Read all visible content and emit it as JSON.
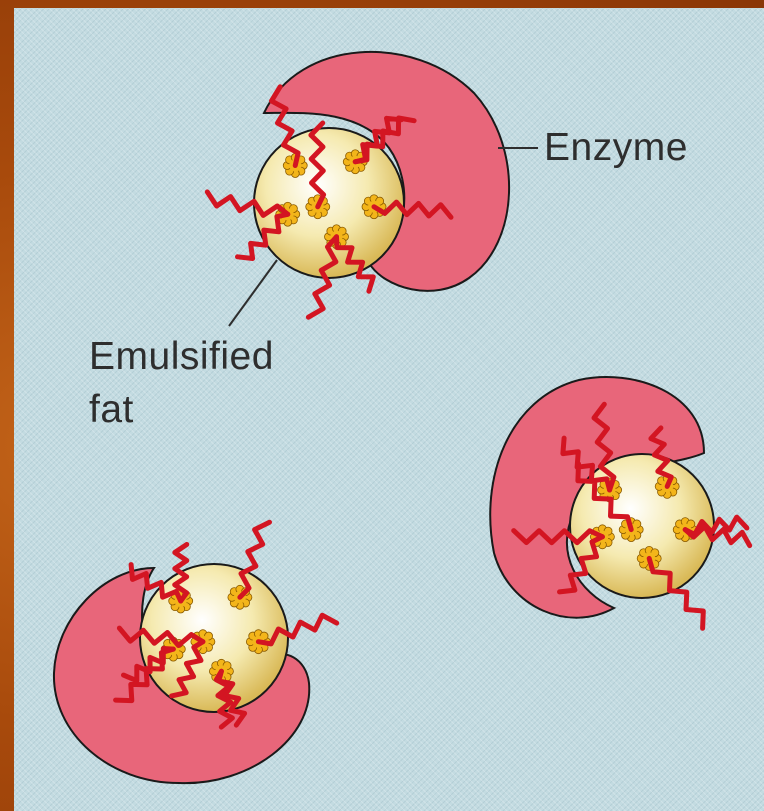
{
  "labels": {
    "enzyme": "Enzyme",
    "emulsified_line1": "Emulsified",
    "emulsified_line2": "fat"
  },
  "colors": {
    "background_orange": "#b4540f",
    "panel_blue": "#c3dbe1",
    "enzyme_pink": "#e8667a",
    "fat_yellow": "#f3e7a2",
    "glycerol_yellow": "#f3b51a",
    "fatty_acid_red": "#d31522",
    "label_text": "#2e2e2e"
  },
  "icons": [
    "enzyme-shape-icon",
    "fat-droplet-icon",
    "glycerol-icon",
    "fatty-acid-tail-icon"
  ]
}
